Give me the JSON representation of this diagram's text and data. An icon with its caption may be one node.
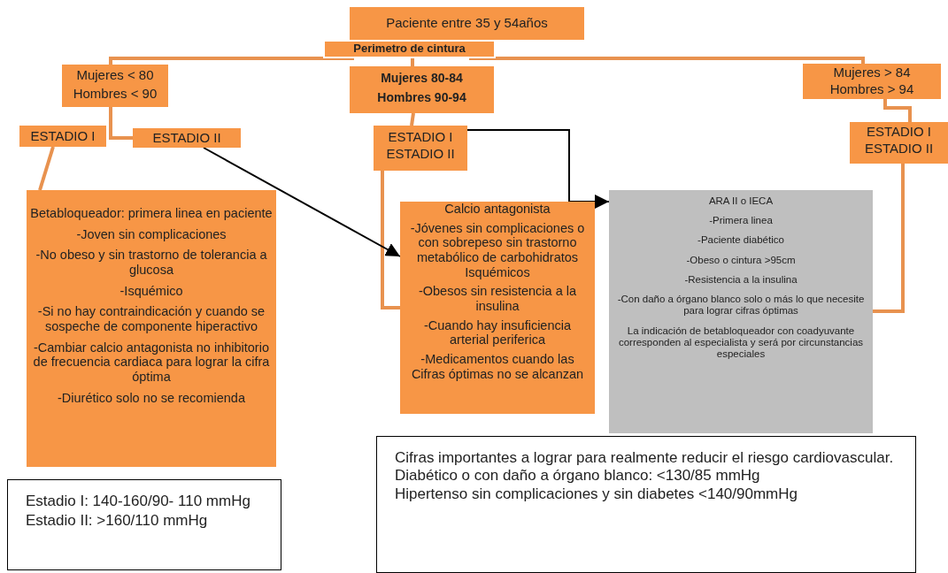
{
  "diagram": {
    "nodes": [
      {
        "text": [
          "Paciente entre 35 y 54años"
        ]
      },
      {
        "text": [
          "Perimetro de cintura"
        ]
      },
      {
        "text": [
          "Mujeres < 80",
          "Hombres < 90"
        ]
      },
      {
        "text": [
          "Mujeres 80-84",
          "Hombres 90-94"
        ]
      },
      {
        "text": [
          "Mujeres > 84",
          "Hombres > 94"
        ]
      },
      {
        "text": [
          "ESTADIO I"
        ]
      },
      {
        "text": [
          "ESTADIO II"
        ]
      },
      {
        "text": [
          "ESTADIO I",
          "ESTADIO II"
        ]
      },
      {
        "text": [
          "ESTADIO  I",
          "ESTADIO II"
        ]
      },
      {
        "text": [
          "Betabloqueador: primera linea en paciente",
          "-Joven sin complicaciones",
          "-No obeso  y sin trastorno de tolerancia  a glucosa",
          "-Isquémico",
          "-Si no hay contraindicación y cuando se sospeche de componente hiperactivo",
          "-Cambiar  calcio antagonista  no inhibitorio de frecuencia cardiaca para lograr la cifra óptima",
          "-Diurético solo no se recomienda"
        ]
      },
      {
        "text": [
          "Calcio antagonista",
          "-Jóvenes sin complicaciones  o con sobrepeso sin trastorno metabólico  de carbohidratos Isquémicos",
          "-Obesos sin resistencia a la insulina",
          "-Cuando hay insuficiencia arterial periferica",
          "-Medicamentos cuando las Cifras óptimas no se alcanzan"
        ]
      },
      {
        "text": [
          "ARA II o IECA",
          "-Primera linea",
          "-Paciente diabético",
          "-Obeso o cintura >95cm",
          "-Resistencia a la insulina",
          "-Con daño a órgano blanco solo o más lo que necesite para lograr cifras óptimas",
          "La indicación de betabloqueador  con coadyuvante corresponden al especialista  y será por  circunstancias especiales"
        ]
      },
      {
        "text": [
          "Estadio I: 140-160/90- 110 mmHg",
          "Estadio II: >160/110 mmHg"
        ]
      },
      {
        "text": [
          "Cifras importantes a lograr para realmente reducir el riesgo cardiovascular.",
          "Diabético o con daño a órgano blanco: <130/85 mmHg",
          "Hipertenso sin complicaciones y sin diabetes <140/90mmHg"
        ]
      }
    ],
    "edges": [
      {
        "from": 1,
        "to": 2,
        "arrow": "none"
      },
      {
        "from": 1,
        "to": 3,
        "arrow": "none"
      },
      {
        "from": 1,
        "to": 4,
        "arrow": "none"
      },
      {
        "from": 2,
        "to": 6,
        "arrow": "none"
      },
      {
        "from": 5,
        "to": 9,
        "arrow": "none"
      },
      {
        "from": 3,
        "to": 7,
        "arrow": "none"
      },
      {
        "from": 7,
        "to": 10,
        "arrow": "none"
      },
      {
        "from": 6,
        "to": 10,
        "arrow": "to",
        "color": "#000000"
      },
      {
        "from": 7,
        "to": 11,
        "arrow": "to",
        "color": "#000000"
      },
      {
        "from": 4,
        "to": 8,
        "arrow": "none"
      },
      {
        "from": 8,
        "to": 11,
        "arrow": "none"
      }
    ]
  }
}
